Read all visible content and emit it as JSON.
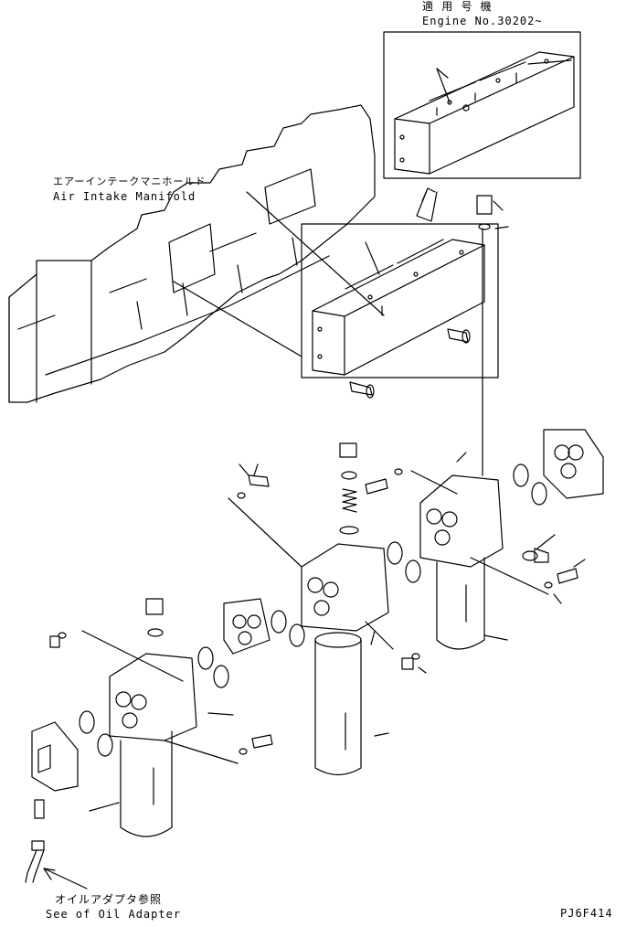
{
  "diagram": {
    "notes": {
      "applicable_serial_jp": "適 用 号 機",
      "applicable_serial_en": "Engine No.30202~"
    },
    "labels": {
      "air_intake_manifold_jp": "エアーインテークマニホールド",
      "air_intake_manifold_en": "Air Intake Manifold",
      "oil_adapter_ref_jp": "オイルアダプタ参照",
      "oil_adapter_ref_en": "See of Oil Adapter"
    },
    "drawing_code": "PJ6F414"
  }
}
